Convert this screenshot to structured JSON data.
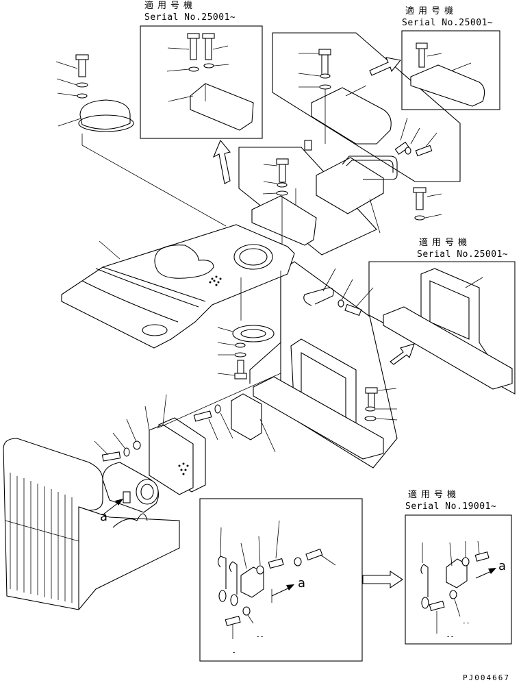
{
  "callouts": [
    {
      "applicable_label": "適用号機",
      "serial": "Serial No.25001~"
    },
    {
      "applicable_label": "適用号機",
      "serial": "Serial No.25001~"
    },
    {
      "applicable_label": "適用号機",
      "serial": "Serial No.25001~"
    },
    {
      "applicable_label": "適用号機",
      "serial": "Serial No.19001~"
    }
  ],
  "view_markers": [
    "a",
    "a",
    "a"
  ],
  "drawing_code": "PJ004667"
}
